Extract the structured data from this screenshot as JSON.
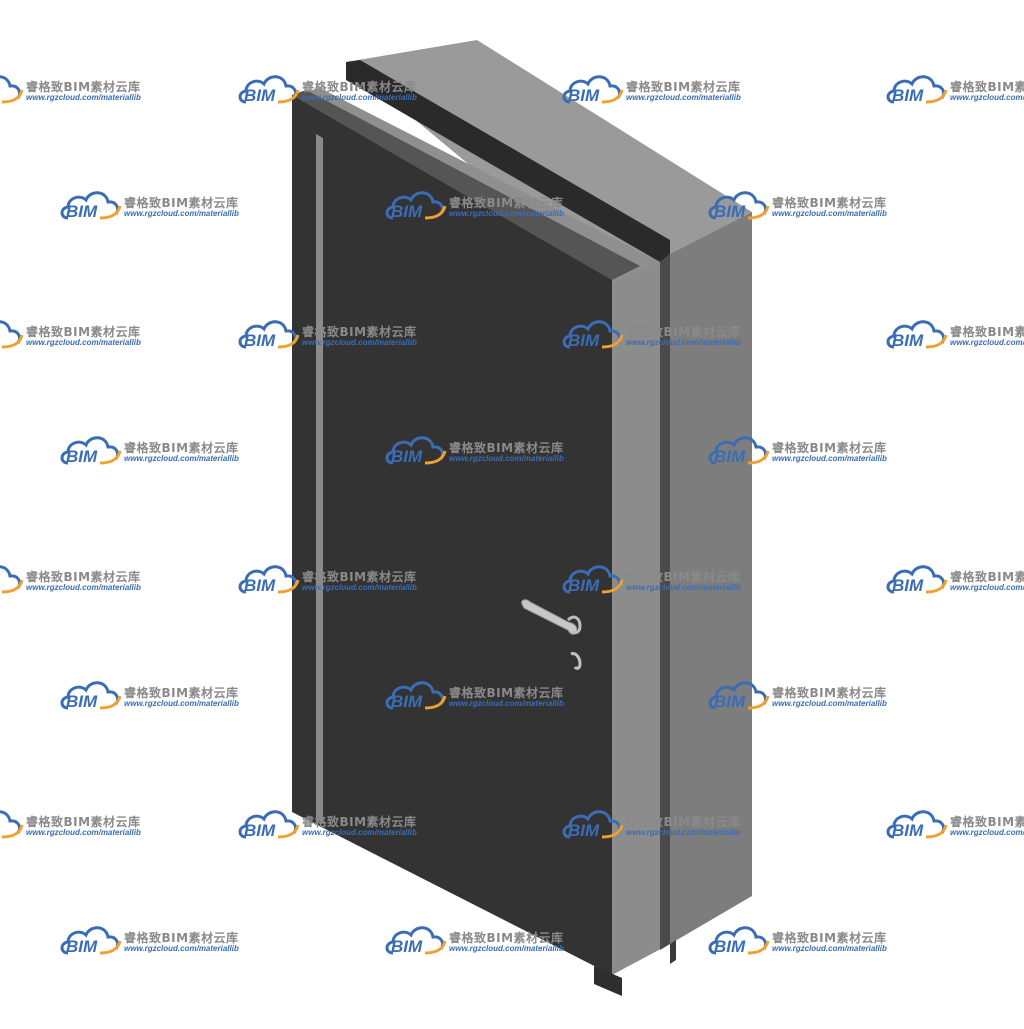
{
  "watermark": {
    "logo_text": "BIM",
    "title": "睿格致BIM素材云库",
    "url": "www.rgzcloud.com/materiallib"
  },
  "door": {
    "panel_color": "#333333",
    "frame_top_color": "#9a9a9a",
    "frame_side_color": "#7d7d7d",
    "frame_front_color": "#8c8c8c",
    "handle_color": "#bdbdbd"
  }
}
